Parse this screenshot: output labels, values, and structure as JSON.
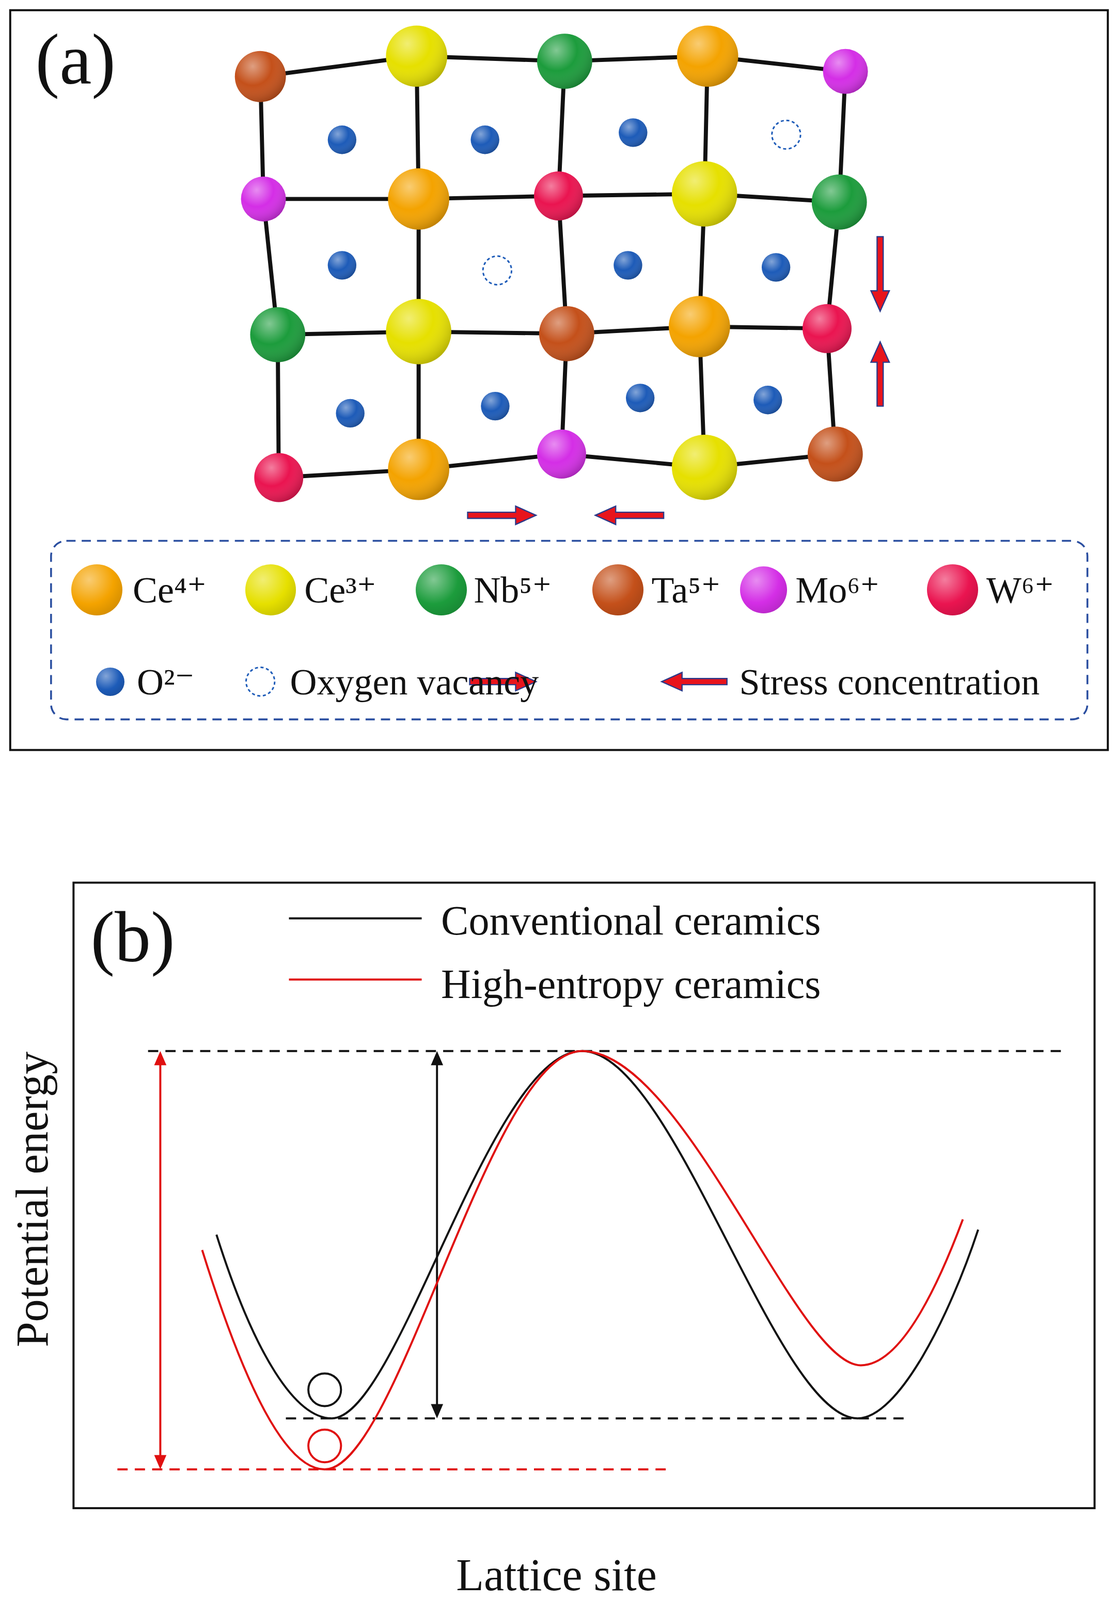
{
  "diagram": {
    "labels": [
      "(a)",
      "(b)",
      "Potential energy",
      "Lattice site"
    ],
    "legend": [
      {
        "text": "Ce⁴⁺",
        "color": "#f4a300"
      },
      {
        "text": "Ce³⁺",
        "color": "#e6e000"
      },
      {
        "text": "Nb⁵⁺",
        "color": "#1c9c3c"
      },
      {
        "text": "Ta⁵⁺",
        "color": "#c4501a"
      },
      {
        "text": "Mo⁶⁺",
        "color": "#d42ee6"
      },
      {
        "text": "W⁶⁺",
        "color": "#ea1450"
      },
      {
        "text": "O²⁻",
        "color": "#1d5bb8"
      },
      {
        "text": "Oxygen vacancy"
      },
      {
        "text": "Stress concentration"
      },
      {
        "text": "Conventional ceramics"
      },
      {
        "text": "High-entropy ceramics"
      }
    ]
  }
}
